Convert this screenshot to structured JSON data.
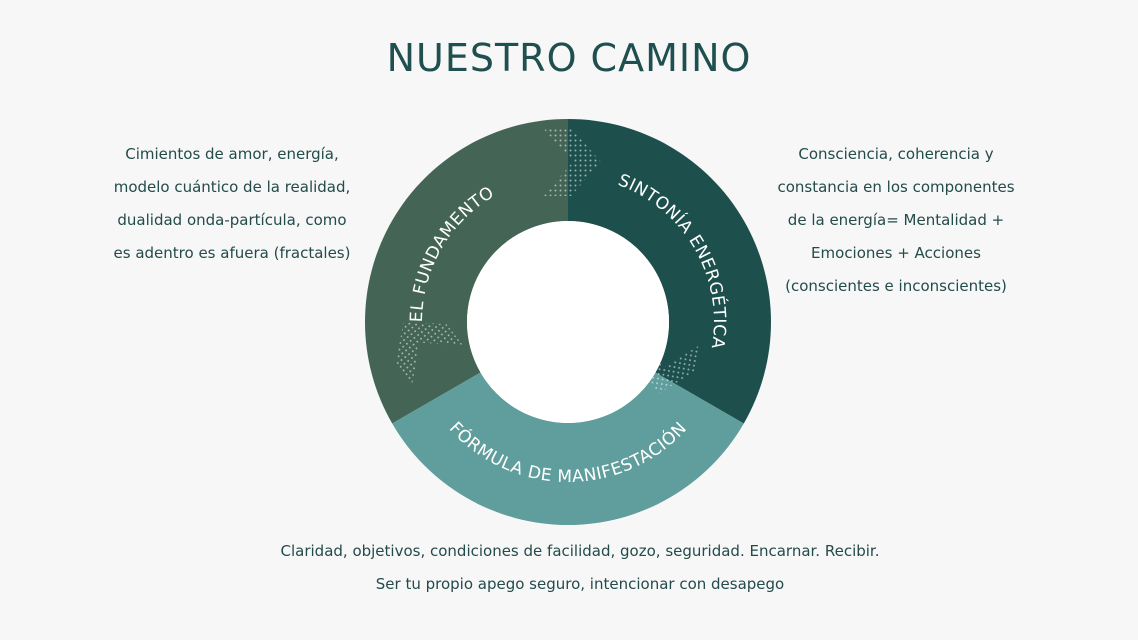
{
  "title": "NUESTRO CAMINO",
  "segments": {
    "fundamento": {
      "label": "EL FUNDAMENTO",
      "color": "#446455"
    },
    "sintonia": {
      "label": "SINTONÍA ENERGÉTICA",
      "color": "#1d4f4d"
    },
    "formula": {
      "label": "FÓRMULA DE MANIFESTACIÓN",
      "color": "#5f9e9c"
    }
  },
  "descriptions": {
    "left": "Cimientos de amor, energía, modelo cuántico de la realidad, dualidad onda-partícula, como es adentro es afuera (fractales)",
    "right": "Consciencia, coherencia y constancia en los componentes de la energía= Mentalidad + Emociones + Acciones (conscientes e inconscientes)",
    "bottom": "Claridad, objetivos, condiciones de facilidad, gozo, seguridad. Encarnar. Recibir. Ser tu propio apego seguro, intencionar con desapego"
  },
  "colors": {
    "background": "#f7f7f7",
    "text": "#1f4b4a",
    "center": "#ffffff"
  }
}
